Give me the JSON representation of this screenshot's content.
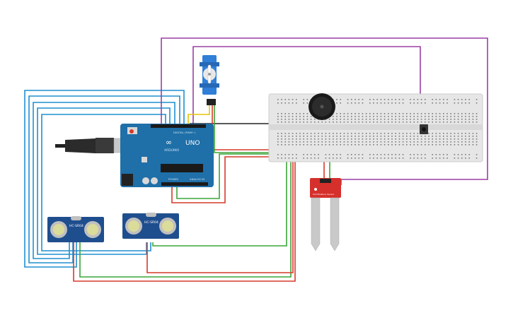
{
  "arduino": {
    "logo": "UNO",
    "brand": "ARDUINO",
    "digital_label": "DIGITAL (PWM~)",
    "power_label": "POWER",
    "analog_label": "ANALOG IN"
  },
  "sensors": {
    "ultrasonic_left": "HC-SR04",
    "ultrasonic_right": "HC-SR04",
    "soil_label": "Soil Moisture Sensor"
  },
  "colors": {
    "board": "#1f6fa8",
    "breadboard": "#e6e6e6",
    "wire_blue": "#1f8fd1",
    "wire_purple": "#9b3fa3",
    "wire_red": "#d63a2a",
    "wire_green": "#3aa53a",
    "wire_yellow": "#e8c20c",
    "wire_black": "#222222",
    "sensor_board": "#1f4e8e",
    "soil_board": "#d6302c",
    "servo": "#2f7fd6"
  }
}
